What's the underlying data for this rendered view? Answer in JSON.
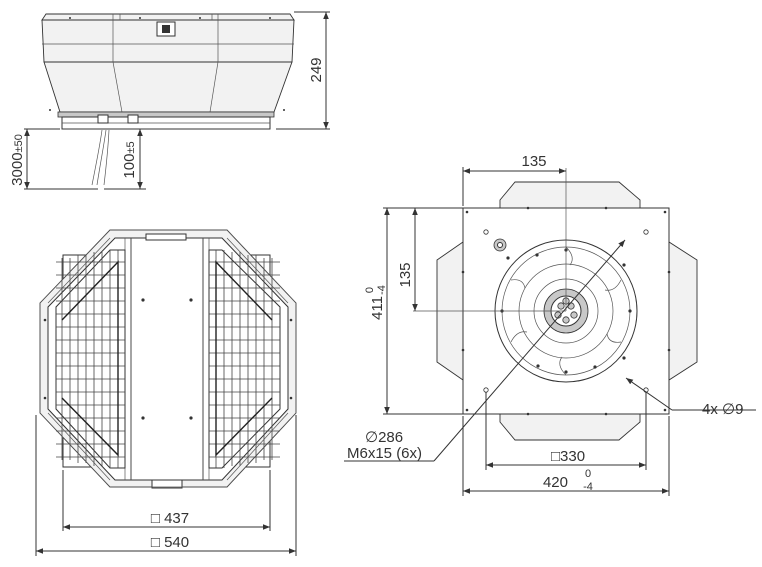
{
  "side_view": {
    "height_dim": "249",
    "cable_length_dim": "3000",
    "cable_length_tol": "±50",
    "cable_stub_dim": "100",
    "cable_stub_tol": "±5"
  },
  "top_view": {
    "inner_square_dim": "□ 437",
    "outer_square_dim": "□ 540"
  },
  "bottom_view": {
    "offset_top_dim": "135",
    "offset_left_dim": "135",
    "height_dim": "411",
    "height_tol_upper": "0",
    "height_tol_lower": "-4",
    "hole_spacing_dim": "□330",
    "width_dim": "420",
    "width_tol_upper": "0",
    "width_tol_lower": "-4",
    "holes_note": "4x ∅9",
    "bolt_circle_dim": "∅286",
    "screw_note": "M6x15 (6x)"
  }
}
